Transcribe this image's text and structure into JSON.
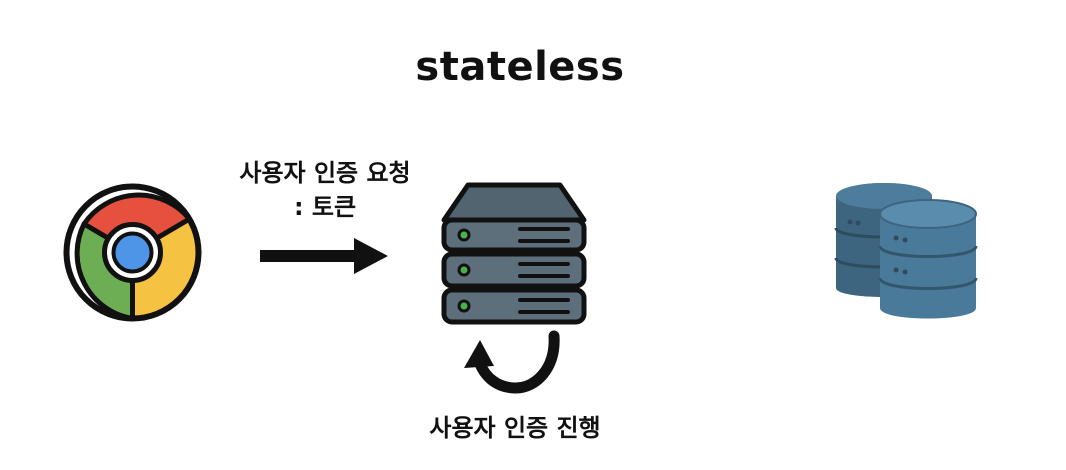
{
  "diagram": {
    "title": "stateless",
    "request_label": {
      "line1": "사용자 인증 요청",
      "line2": ": 토큰"
    },
    "process_label": "사용자 인증 진행"
  },
  "icons": {
    "client": "chrome-browser-icon",
    "server": "server-rack-icon",
    "database": "database-icon",
    "request_arrow": "arrow-right-icon",
    "loop_arrow": "circular-arrow-icon"
  },
  "colors": {
    "chrome_red": "#E5513E",
    "chrome_yellow": "#F5C242",
    "chrome_green": "#6DAE55",
    "chrome_blue": "#4E95E8",
    "server_body": "#5D6F7B",
    "server_top": "#52646F",
    "server_light": "#4CAF50",
    "db_front": "#4A7A99",
    "db_back": "#3E6580"
  }
}
